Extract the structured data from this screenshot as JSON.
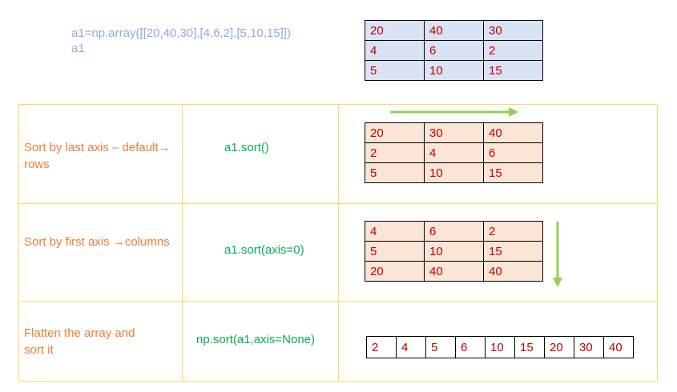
{
  "header": {
    "code_line1": "a1=np.array([[20,40,30],[4,6,2],[5,10,15]])",
    "code_line2": "a1"
  },
  "original_matrix": [
    [
      "20",
      "40",
      "30"
    ],
    [
      "4",
      "6",
      "2"
    ],
    [
      "5",
      "10",
      "15"
    ]
  ],
  "rows": [
    {
      "description": "Sort by last axis – default→ rows",
      "desc_line1": "Sort by last axis – default→",
      "desc_line2": "rows",
      "code": "a1.sort()",
      "matrix": [
        [
          "20",
          "30",
          "40"
        ],
        [
          "2",
          "4",
          "6"
        ],
        [
          "5",
          "10",
          "15"
        ]
      ],
      "arrow": "right"
    },
    {
      "desc_line1": "Sort by first axis →columns",
      "code": "a1.sort(axis=0)",
      "matrix": [
        [
          "4",
          "6",
          "2"
        ],
        [
          "5",
          "10",
          "15"
        ],
        [
          "20",
          "40",
          "40"
        ]
      ],
      "arrow": "down"
    },
    {
      "desc_line1": "Flatten the array and",
      "desc_line2": "sort it",
      "code": "np.sort(a1,axis=None)",
      "flat": [
        "2",
        "4",
        "5",
        "6",
        "10",
        "15",
        "20",
        "30",
        "40"
      ]
    }
  ],
  "colors": {
    "header_code": "#8faadc",
    "description": "#ed7d31",
    "code": "#00b050",
    "cell_text": "#c00000",
    "original_fill": "#dae3f3",
    "sorted_fill": "#fbe5d6",
    "grid_line": "#ffd966",
    "arrow": "#92d050"
  }
}
